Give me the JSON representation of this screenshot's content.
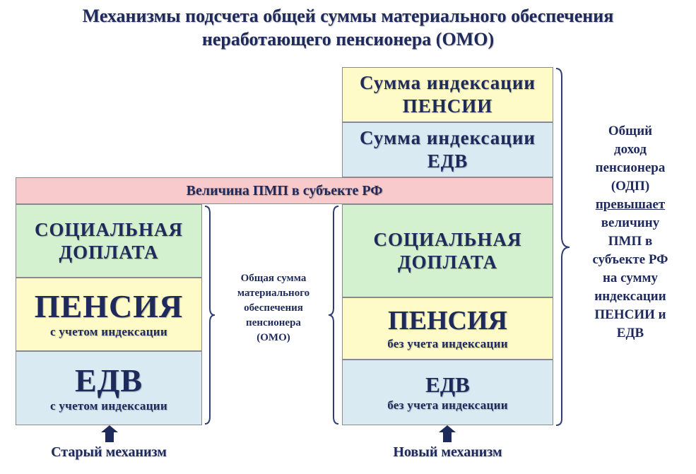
{
  "title": {
    "line1": "Механизмы подсчета общей суммы материального обеспечения",
    "line2": "неработающего пенсионера (ОМО)"
  },
  "top_boxes": {
    "pension_index": {
      "line1": "Сумма индексации",
      "line2": "ПЕНСИИ"
    },
    "edv_index": {
      "line1": "Сумма индексации",
      "line2": "ЕДВ"
    }
  },
  "pmp_band": "Величина ПМП в субъекте РФ",
  "old_mechanism": {
    "social": {
      "line1": "СОЦИАЛЬНАЯ",
      "line2": "ДОПЛАТА"
    },
    "pension": {
      "title": "ПЕНСИЯ",
      "sub": "с учетом индексации"
    },
    "edv": {
      "title": "ЕДВ",
      "sub": "с учетом индексации"
    },
    "label": "Старый механизм"
  },
  "new_mechanism": {
    "social": {
      "line1": "СОЦИАЛЬНАЯ",
      "line2": "ДОПЛАТА"
    },
    "pension": {
      "title": "ПЕНСИЯ",
      "sub": "без учета индексации"
    },
    "edv": {
      "title": "ЕДВ",
      "sub": "без учета индексации"
    },
    "label": "Новый механизм"
  },
  "middle_note": [
    "Общая сумма",
    "материального",
    "обеспечения",
    "пенсионера",
    "(ОМО)"
  ],
  "right_note": {
    "lines_before": [
      "Общий",
      "доход",
      "пенсионера",
      "(ОДП)"
    ],
    "underlined": "превышает",
    "lines_after": [
      "величину",
      "ПМП в",
      "субъекте РФ",
      "на сумму",
      "индексации",
      "ПЕНСИИ и",
      "ЕДВ"
    ]
  },
  "colors": {
    "text": "#1f2a5c",
    "yellow": "#fffbc8",
    "blue": "#daeaf3",
    "green": "#d3f0cf",
    "pink": "#f8cacb"
  }
}
